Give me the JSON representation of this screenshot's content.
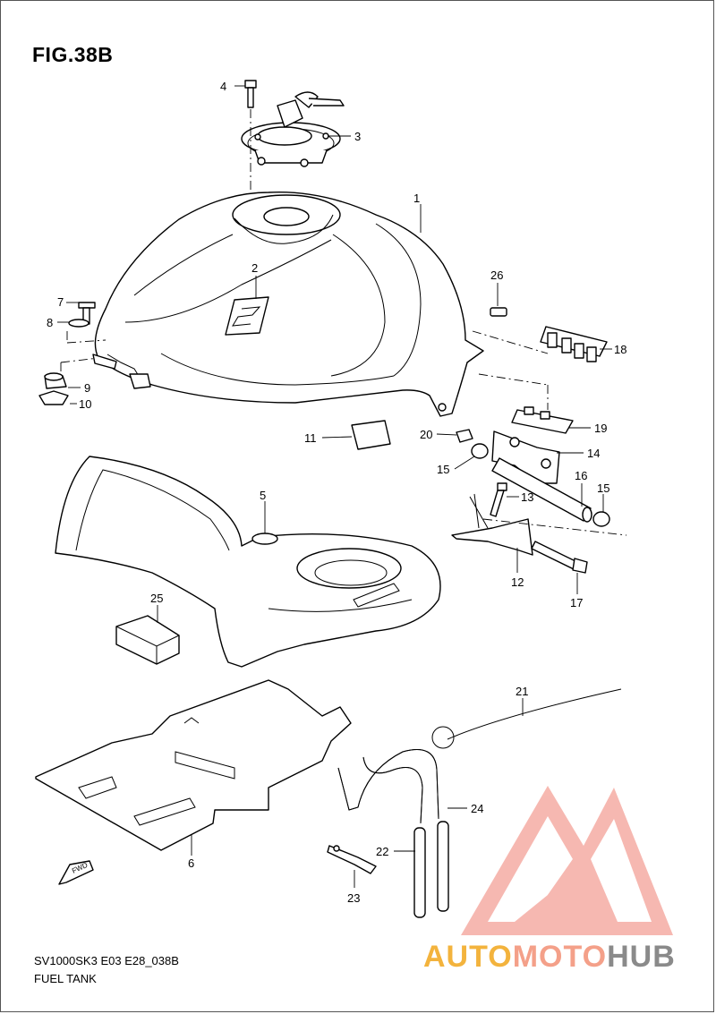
{
  "figure": {
    "title": "FIG.38B",
    "code": "SV1000SK3 E03 E28_038B",
    "name": "FUEL TANK",
    "fwd_label": "FWD"
  },
  "watermark": {
    "part1": "AUTO",
    "part2": "MOTO",
    "part3": "HUB",
    "colors": {
      "auto": "#f3b33d",
      "moto": "#f4a089",
      "hub": "#8a8a8a",
      "triangle": "#f39a96"
    }
  },
  "part_numbers": {
    "p1": "1",
    "p2": "2",
    "p3": "3",
    "p4": "4",
    "p5": "5",
    "p6": "6",
    "p7": "7",
    "p8": "8",
    "p9": "9",
    "p10": "10",
    "p11": "11",
    "p12": "12",
    "p13": "13",
    "p14": "14",
    "p15a": "15",
    "p15b": "15",
    "p16": "16",
    "p17": "17",
    "p18": "18",
    "p19": "19",
    "p20": "20",
    "p21": "21",
    "p22": "22",
    "p23": "23",
    "p24": "24",
    "p25": "25",
    "p26": "26"
  }
}
